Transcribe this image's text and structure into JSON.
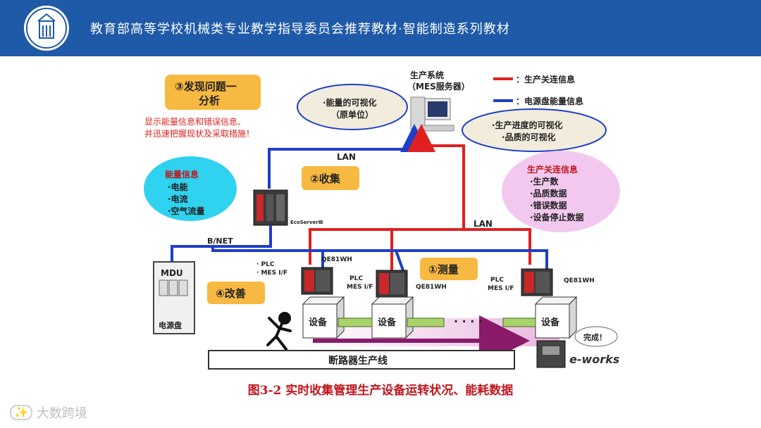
{
  "banner": {
    "title": "教育部高等学校机械类专业教学指导委员会推荐教材·智能制造系列教材"
  },
  "diagram": {
    "legend": {
      "red": "：生产关连信息",
      "blue": "：电源盘能量信息"
    },
    "mes": {
      "line1": "生产系统",
      "line2": "（MES服务器）"
    },
    "step3": {
      "line1": "③发现问题一",
      "line2": "分析",
      "desc1": "显示能量信息和错误信息、",
      "desc2": "并迅速把握现状及采取措施！"
    },
    "bubble_energy_vis": {
      "line1": "·能量的可视化",
      "line2": "（原单位）"
    },
    "bubble_progress": {
      "line1": "·生产进度的可视化",
      "line2": "·品质的可视化"
    },
    "lan_top": "LAN",
    "lan_mid": "LAN",
    "step2": "②收集",
    "energy_info": {
      "title": "能量信息",
      "items": [
        "·电能",
        "·电流",
        "·空气流量"
      ]
    },
    "production_info": {
      "title": "生产关连信息",
      "items": [
        "·生产数",
        "·品质数据",
        "·错误数据",
        "·设备停止数据"
      ]
    },
    "ecoserver": "EcoServerⅢ",
    "bnet": "B/NET",
    "mdu": "MDU",
    "panel": "电源盘",
    "qe_labels": [
      "QE81WH",
      "QE81WH",
      "QE81WH"
    ],
    "plc_labels": [
      {
        "line1": "· PLC",
        "line2": "· MES I/F"
      },
      {
        "line1": "PLC",
        "line2": "MES I/F"
      },
      {
        "line1": "PLC",
        "line2": "MES I/F"
      }
    ],
    "step1": "①测量",
    "step4": "④改善",
    "equipment": [
      "设备",
      "设备",
      "设备"
    ],
    "dots": "· · · ·",
    "line_label": "断路器生产线",
    "done": "完成！",
    "brand": "e-works"
  },
  "caption": "图3-2 实时收集管理生产设备运转状况、能耗数据",
  "watermark": "大数跨境",
  "colors": {
    "banner": "#1f5aa8",
    "red_line": "#e02020",
    "blue_line": "#1e3fc8",
    "orange_box": "#f7b941",
    "caption": "#c0161d"
  }
}
